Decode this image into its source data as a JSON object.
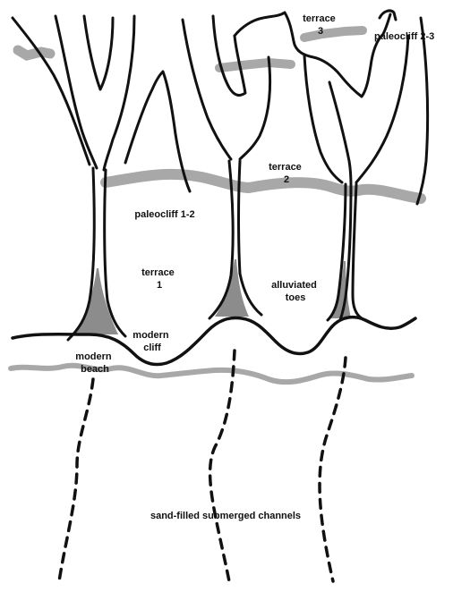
{
  "colors": {
    "ink": "#111111",
    "paleocliff_band": "#a8a8a8",
    "alluvium_fill": "#8c8c8c",
    "background": "#ffffff"
  },
  "labels": {
    "terrace_3": [
      "terrace",
      "3"
    ],
    "paleocliff_2_3": "paleocliff 2-3",
    "terrace_2": [
      "terrace",
      "2"
    ],
    "paleocliff_1_2": "paleocliff 1-2",
    "terrace_1": [
      "terrace",
      "1"
    ],
    "alluviated_toes": [
      "alluviated",
      "toes"
    ],
    "modern_cliff": [
      "modern",
      "cliff"
    ],
    "modern_beach": [
      "modern",
      "beach"
    ],
    "submerged_channels": "sand-filled submerged channels"
  }
}
